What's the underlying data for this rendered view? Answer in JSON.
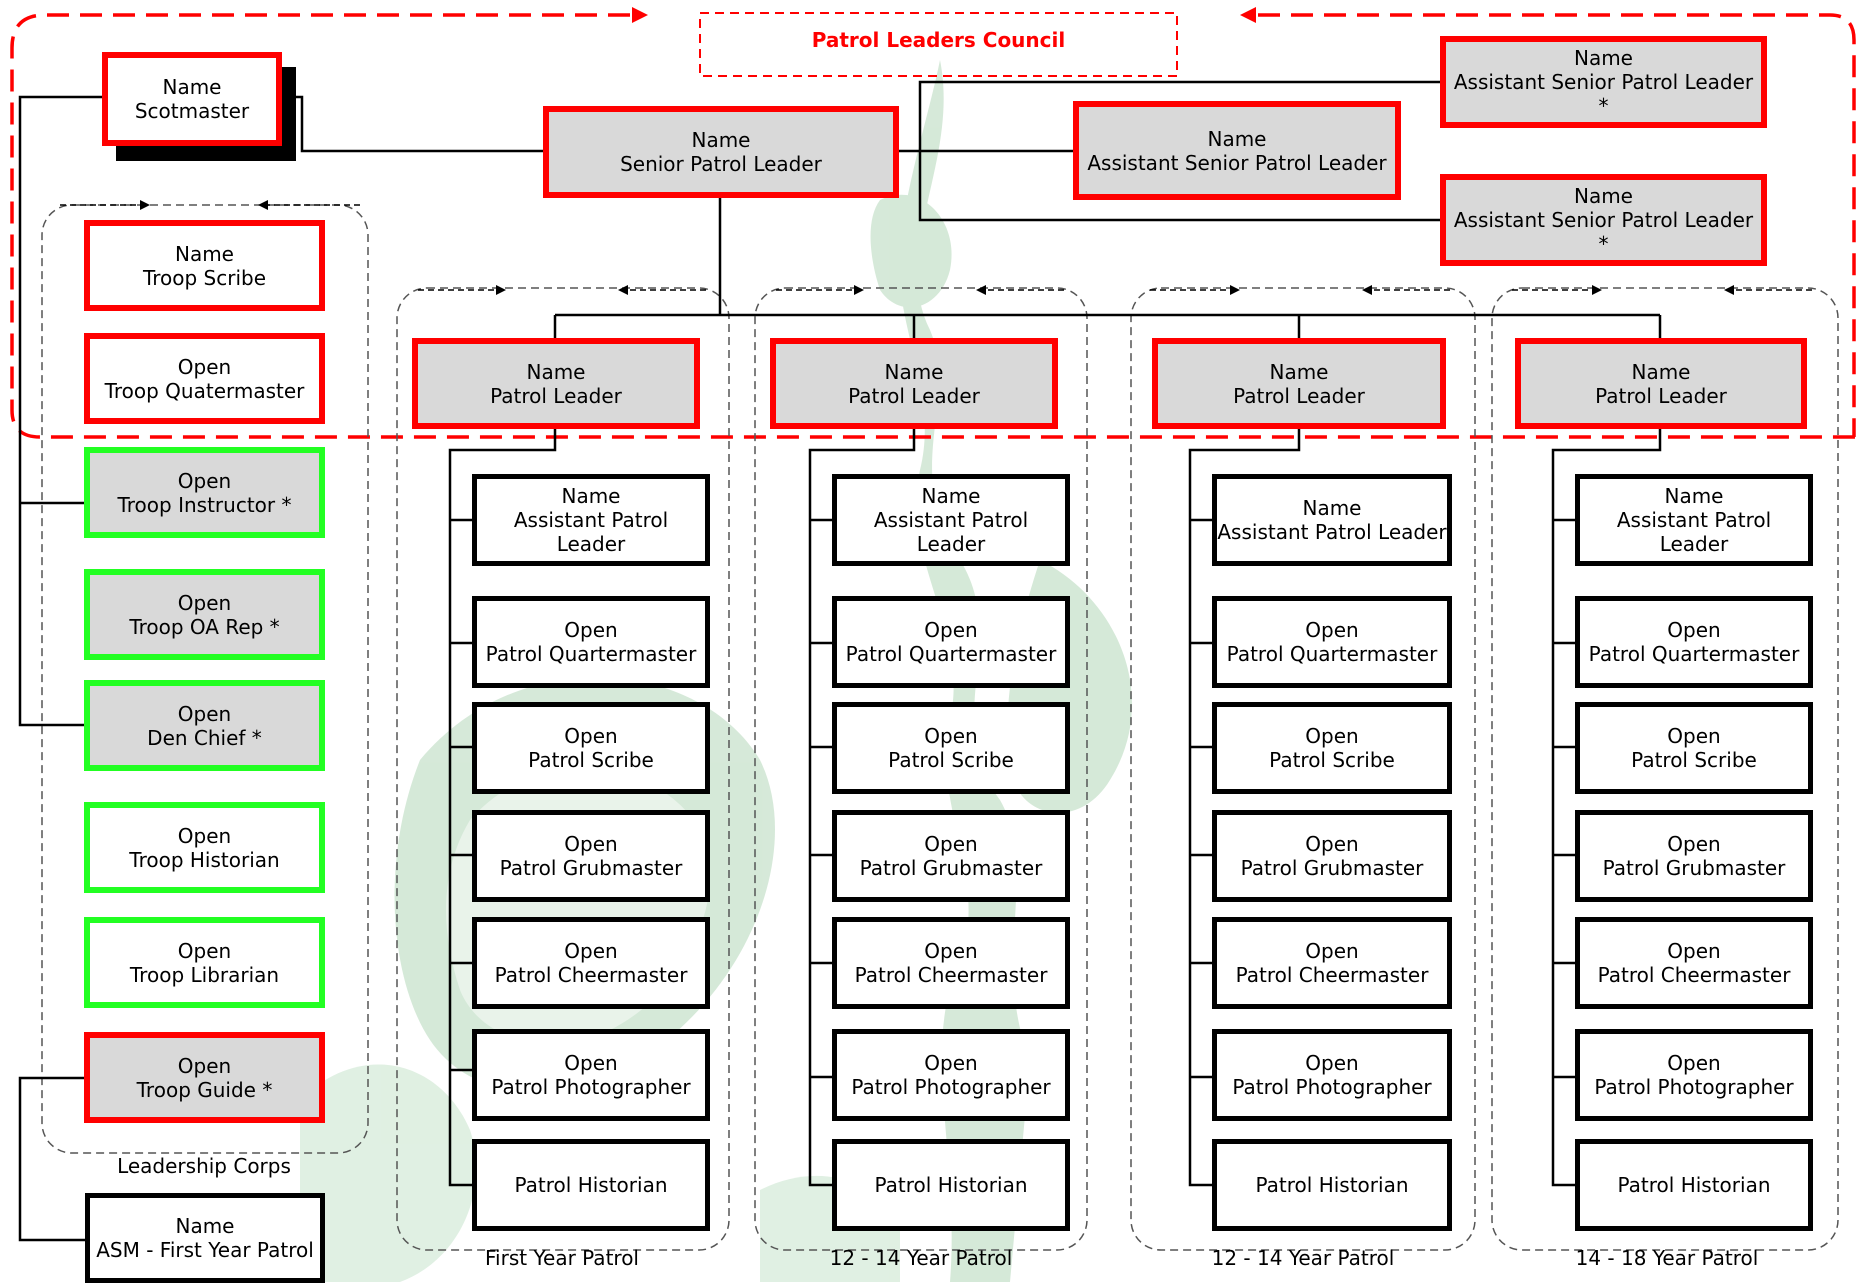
{
  "council": {
    "title": "Patrol Leaders Council"
  },
  "scoutmaster": {
    "line1": "Name",
    "line2": "Scotmaster"
  },
  "spl": {
    "line1": "Name",
    "line2": "Senior Patrol Leader"
  },
  "aspl_main": {
    "line1": "Name",
    "line2": "Assistant Senior Patrol Leader"
  },
  "aspl_top": {
    "line1": "Name",
    "line2": "Assistant Senior Patrol Leader *"
  },
  "aspl_bottom": {
    "line1": "Name",
    "line2": "Assistant Senior Patrol Leader *"
  },
  "leadership_corps": {
    "label": "Leadership Corps",
    "roles": [
      {
        "line1": "Name",
        "line2": "Troop Scribe"
      },
      {
        "line1": "Open",
        "line2": "Troop Quatermaster"
      },
      {
        "line1": "Open",
        "line2": "Troop Instructor *"
      },
      {
        "line1": "Open",
        "line2": "Troop OA Rep *"
      },
      {
        "line1": "Open",
        "line2": "Den Chief *"
      },
      {
        "line1": "Open",
        "line2": "Troop Historian"
      },
      {
        "line1": "Open",
        "line2": "Troop Librarian"
      },
      {
        "line1": "Open",
        "line2": "Troop Guide *"
      }
    ]
  },
  "asm": {
    "line1": "Name",
    "line2": "ASM - First Year Patrol"
  },
  "patrols": [
    {
      "label": "First Year Patrol",
      "leader": {
        "line1": "Name",
        "line2": "Patrol Leader"
      },
      "roles": [
        {
          "line1": "Name",
          "line2": "Assistant Patrol Leader"
        },
        {
          "line1": "Open",
          "line2": "Patrol Quartermaster"
        },
        {
          "line1": "Open",
          "line2": "Patrol Scribe"
        },
        {
          "line1": "Open",
          "line2": "Patrol Grubmaster"
        },
        {
          "line1": "Open",
          "line2": "Patrol Cheermaster"
        },
        {
          "line1": "Open",
          "line2": "Patrol Photographer"
        },
        {
          "line1": "",
          "line2": "Patrol Historian"
        }
      ]
    },
    {
      "label": "12 - 14 Year Patrol",
      "leader": {
        "line1": "Name",
        "line2": "Patrol Leader"
      },
      "roles": [
        {
          "line1": "Name",
          "line2": "Assistant Patrol Leader"
        },
        {
          "line1": "Open",
          "line2": "Patrol Quartermaster"
        },
        {
          "line1": "Open",
          "line2": "Patrol Scribe"
        },
        {
          "line1": "Open",
          "line2": "Patrol Grubmaster"
        },
        {
          "line1": "Open",
          "line2": "Patrol Cheermaster"
        },
        {
          "line1": "Open",
          "line2": "Patrol Photographer"
        },
        {
          "line1": "",
          "line2": "Patrol Historian"
        }
      ]
    },
    {
      "label": "12 - 14 Year Patrol",
      "leader": {
        "line1": "Name",
        "line2": "Patrol Leader"
      },
      "roles": [
        {
          "line1": "Name",
          "line2": "Assistant Patrol Leader"
        },
        {
          "line1": "Open",
          "line2": "Patrol Quartermaster"
        },
        {
          "line1": "Open",
          "line2": "Patrol Scribe"
        },
        {
          "line1": "Open",
          "line2": "Patrol Grubmaster"
        },
        {
          "line1": "Open",
          "line2": "Patrol Cheermaster"
        },
        {
          "line1": "Open",
          "line2": "Patrol Photographer"
        },
        {
          "line1": "",
          "line2": "Patrol Historian"
        }
      ]
    },
    {
      "label": "14 - 18 Year Patrol",
      "leader": {
        "line1": "Name",
        "line2": "Patrol Leader"
      },
      "roles": [
        {
          "line1": "Name",
          "line2": "Assistant Patrol Leader"
        },
        {
          "line1": "Open",
          "line2": "Patrol Quartermaster"
        },
        {
          "line1": "Open",
          "line2": "Patrol Scribe"
        },
        {
          "line1": "Open",
          "line2": "Patrol Grubmaster"
        },
        {
          "line1": "Open",
          "line2": "Patrol Cheermaster"
        },
        {
          "line1": "Open",
          "line2": "Patrol Photographer"
        },
        {
          "line1": "",
          "line2": "Patrol Historian"
        }
      ]
    }
  ],
  "colors": {
    "council_red": "#ff0000",
    "corps_green": "#22ff22",
    "box_grey": "#d9d9d9",
    "watermark_green": "#b5d6bb"
  }
}
